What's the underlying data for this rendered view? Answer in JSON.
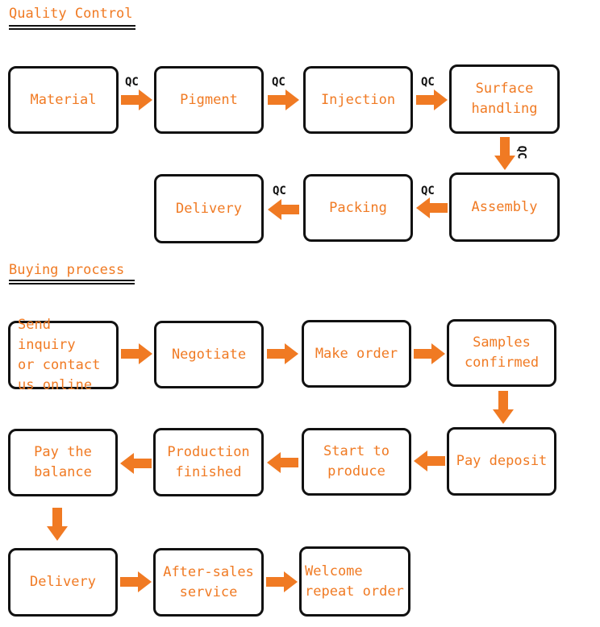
{
  "sections": {
    "quality": {
      "title": "Quality Control"
    },
    "buying": {
      "title": "Buying process"
    }
  },
  "qc_label": "QC",
  "quality_steps": {
    "material": "Material",
    "pigment": "Pigment",
    "injection": "Injection",
    "surface": "Surface\nhandling",
    "assembly": "Assembly",
    "packing": "Packing",
    "delivery": "Delivery"
  },
  "buying_steps": {
    "inquiry": "Send inquiry\nor contact\nus online",
    "negotiate": "Negotiate",
    "make_order": "Make order",
    "samples": "Samples\nconfirmed",
    "deposit": "Pay deposit",
    "start": "Start to\nproduce",
    "finished": "Production\nfinished",
    "balance": "Pay the\nbalance",
    "delivery": "Delivery",
    "after_sales": "After-sales\nservice",
    "welcome": "Welcome\nrepeat order"
  },
  "colors": {
    "accent": "#f07a23",
    "stroke": "#111111",
    "background": "#ffffff"
  }
}
